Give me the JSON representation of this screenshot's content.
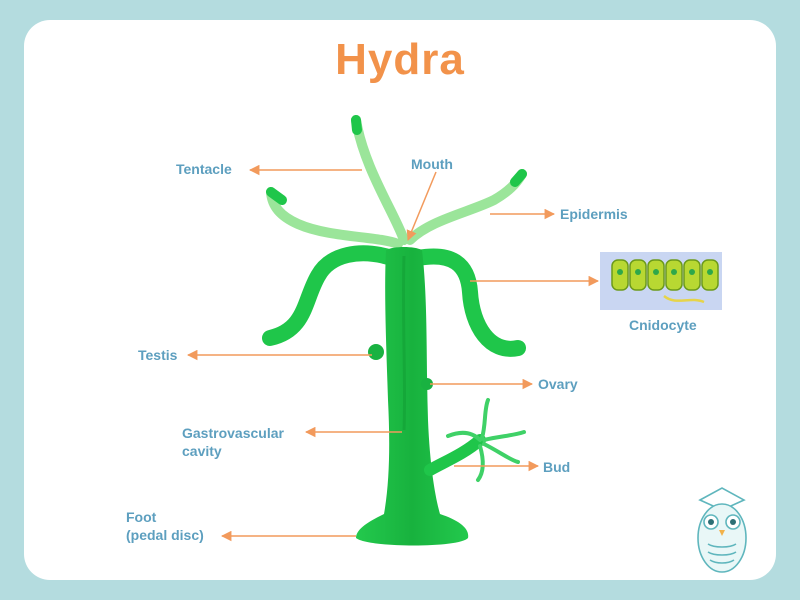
{
  "title": "Hydra",
  "labels": {
    "tentacle": "Tentacle",
    "mouth": "Mouth",
    "epidermis": "Epidermis",
    "cnidocyte": "Cnidocyte",
    "testis": "Testis",
    "ovary": "Ovary",
    "gastrovascular_cavity": "Gastrovascular\ncavity",
    "bud": "Bud",
    "foot": "Foot\n(pedal disc)"
  },
  "colors": {
    "background": "#b4dcdf",
    "title": "#f2924a",
    "label": "#5d9fbf",
    "arrow": "#f29a5c",
    "body": "#1fc64a",
    "body_light": "#8ee28c",
    "body_dark": "#15a83a"
  },
  "icons": [
    "owl-mascot-icon"
  ]
}
